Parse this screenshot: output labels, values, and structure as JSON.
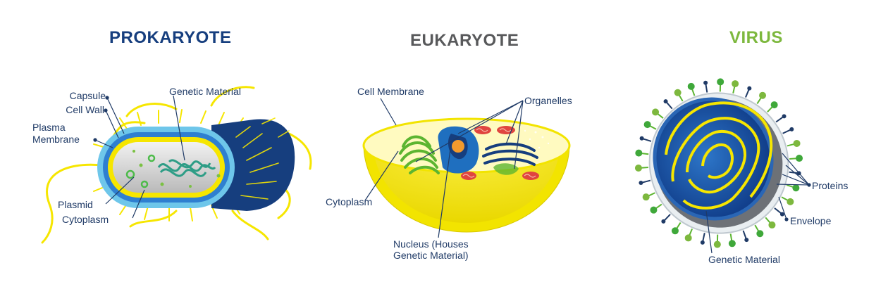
{
  "colors": {
    "prokaryote_title": "#163e7e",
    "eukaryote_title": "#58595b",
    "virus_title": "#7db83e",
    "label_text": "#1f3a66",
    "leader_line": "#1f3a66"
  },
  "prokaryote": {
    "title": "PROKARYOTE",
    "labels": {
      "capsule": "Capsule",
      "cell_wall": "Cell Wall",
      "plasma_membrane_1": "Plasma",
      "plasma_membrane_2": "Membrane",
      "genetic_material": "Genetic Material",
      "plasmid": "Plasmid",
      "cytoplasm": "Cytoplasm"
    }
  },
  "eukaryote": {
    "title": "EUKARYOTE",
    "labels": {
      "cell_membrane": "Cell Membrane",
      "organelles": "Organelles",
      "cytoplasm": "Cytoplasm",
      "nucleus_1": "Nucleus (Houses",
      "nucleus_2": "Genetic Material)"
    }
  },
  "virus": {
    "title": "VIRUS",
    "labels": {
      "proteins": "Proteins",
      "envelope": "Envelope",
      "genetic_material": "Genetic Material"
    }
  }
}
